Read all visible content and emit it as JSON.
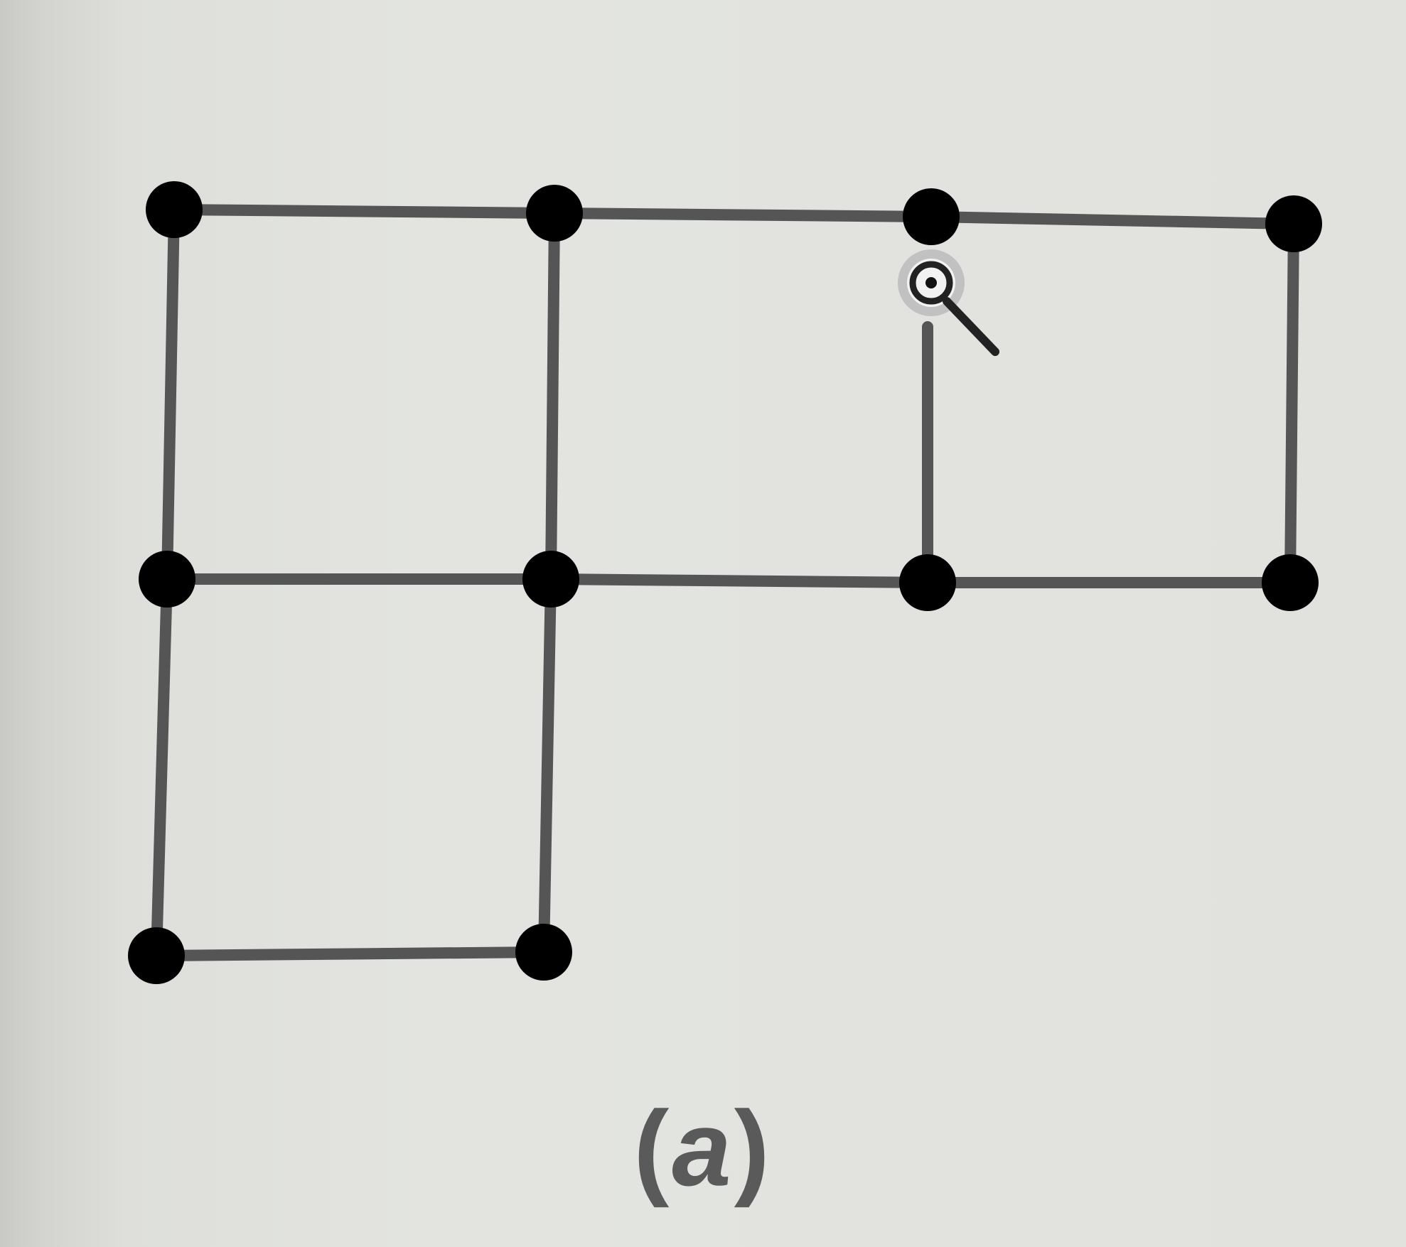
{
  "figure": {
    "caption": "a",
    "stroke_color": "#555555",
    "node_color": "#000000",
    "nodes": [
      {
        "id": "n1"
      },
      {
        "id": "n2"
      },
      {
        "id": "n3"
      },
      {
        "id": "n4"
      },
      {
        "id": "n5"
      },
      {
        "id": "n6"
      },
      {
        "id": "n7"
      },
      {
        "id": "n8"
      },
      {
        "id": "n9"
      },
      {
        "id": "n10"
      }
    ],
    "edges": [
      [
        "n1",
        "n2"
      ],
      [
        "n2",
        "n3"
      ],
      [
        "n3",
        "n4"
      ],
      [
        "n5",
        "n6"
      ],
      [
        "n6",
        "n7"
      ],
      [
        "n7",
        "n8"
      ],
      [
        "n9",
        "n10"
      ],
      [
        "n1",
        "n5"
      ],
      [
        "n5",
        "n9"
      ],
      [
        "n2",
        "n6"
      ],
      [
        "n6",
        "n10"
      ],
      [
        "n3-pin",
        "n7"
      ],
      [
        "n4",
        "n8"
      ]
    ]
  },
  "cursor": {
    "icon": "magnifier-cursor-icon"
  }
}
